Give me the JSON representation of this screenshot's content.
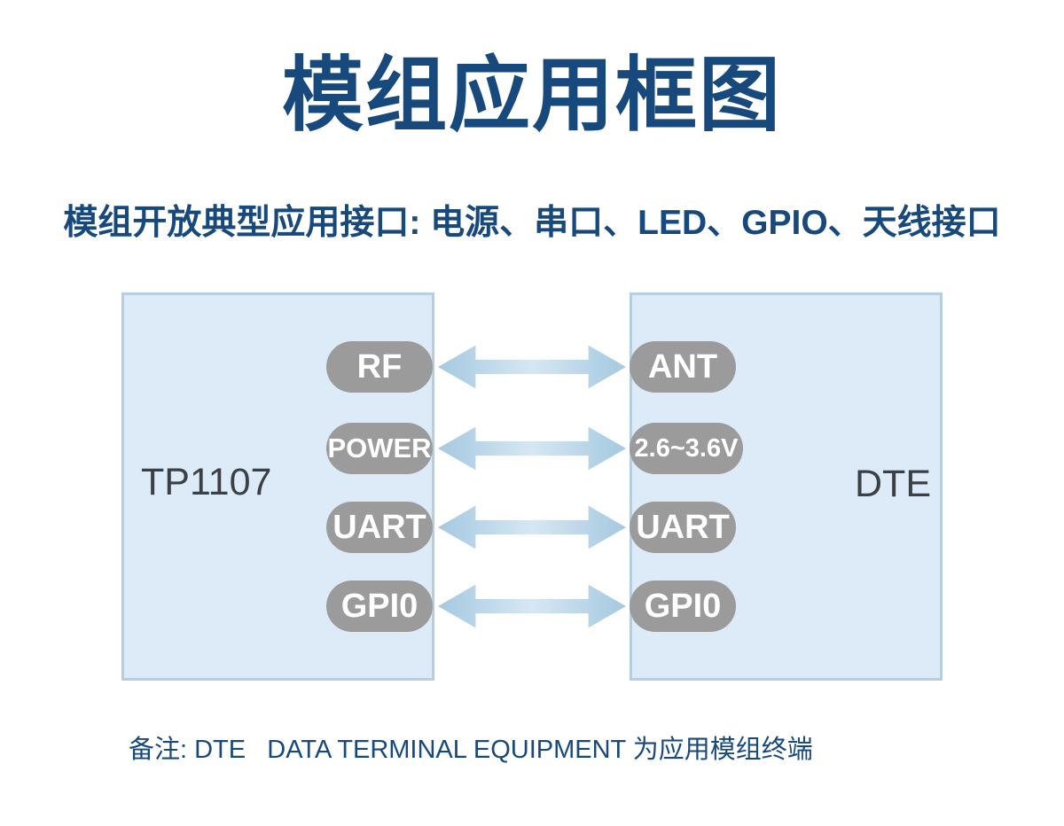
{
  "header": {
    "title": "模组应用框图",
    "subtitle": "模组开放典型应用接口: 电源、串口、LED、GPIO、天线接口"
  },
  "diagram": {
    "left_module": {
      "name": "TP1107",
      "ports": [
        "RF",
        "POWER",
        "UART",
        "GPI0"
      ]
    },
    "right_module": {
      "name": "DTE",
      "ports": [
        "ANT",
        "2.6~3.6V",
        "UART",
        "GPI0"
      ]
    }
  },
  "footer": {
    "note": "备注: DTE   DATA TERMINAL EQUIPMENT 为应用模组终端"
  },
  "colors": {
    "heading_text": "#17497d",
    "box_fill": "#dcebf7",
    "box_border": "#b5cee2",
    "pill_fill": "#9b9b9b",
    "pill_text": "#ffffff",
    "arrow_dark": "#a5c9e1",
    "arrow_light": "#d6e7f2",
    "module_label_text": "#3b3f46",
    "background": "#ffffff"
  }
}
